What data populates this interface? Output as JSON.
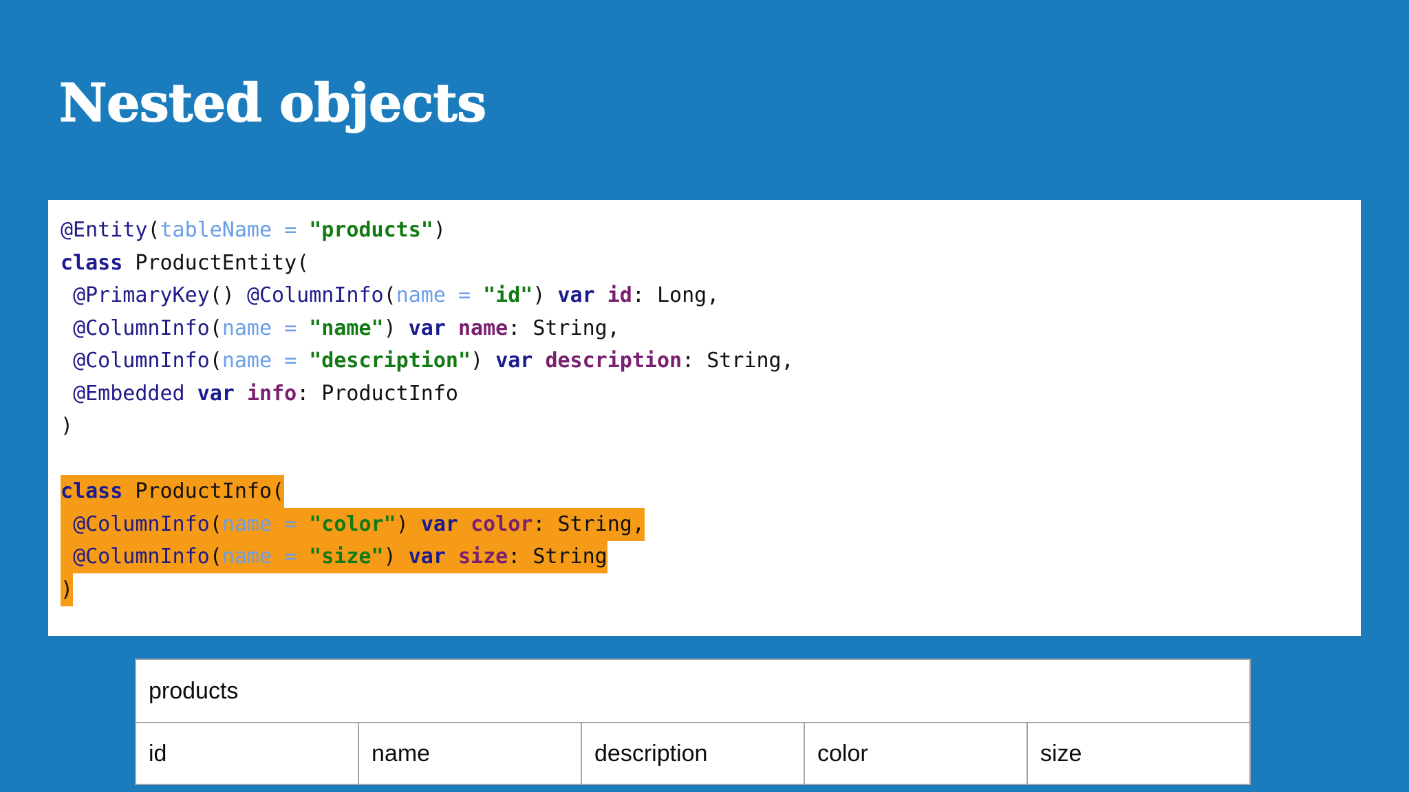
{
  "theme": {
    "background": "#1a7cbd",
    "card_background": "#ffffff",
    "highlight": "#f59b18",
    "table_border": "#a6a6a6",
    "title_color": "#ffffff"
  },
  "slide": {
    "title": "Nested objects"
  },
  "code_block": {
    "language": "kotlin",
    "lines": [
      {
        "id": "line-1",
        "highlighted": false,
        "text": "@Entity(tableName = \"products\")",
        "tokens": [
          {
            "t": "@Entity",
            "c": "t-anno"
          },
          {
            "t": "(",
            "c": "t-paren"
          },
          {
            "t": "tableName",
            "c": "t-param"
          },
          {
            "t": " ",
            "c": "t-plain"
          },
          {
            "t": "=",
            "c": "t-op"
          },
          {
            "t": " ",
            "c": "t-plain"
          },
          {
            "t": "\"products\"",
            "c": "t-str"
          },
          {
            "t": ")",
            "c": "t-paren"
          }
        ]
      },
      {
        "id": "line-2",
        "highlighted": false,
        "text": "class ProductEntity(",
        "tokens": [
          {
            "t": "class",
            "c": "t-kw"
          },
          {
            "t": " ",
            "c": "t-plain"
          },
          {
            "t": "ProductEntity(",
            "c": "t-type"
          }
        ]
      },
      {
        "id": "line-3",
        "highlighted": false,
        "text": " @PrimaryKey() @ColumnInfo(name = \"id\") var id: Long,",
        "tokens": [
          {
            "t": " ",
            "c": "t-plain"
          },
          {
            "t": "@PrimaryKey",
            "c": "t-anno"
          },
          {
            "t": "() ",
            "c": "t-paren"
          },
          {
            "t": "@ColumnInfo",
            "c": "t-anno"
          },
          {
            "t": "(",
            "c": "t-paren"
          },
          {
            "t": "name",
            "c": "t-param"
          },
          {
            "t": " ",
            "c": "t-plain"
          },
          {
            "t": "=",
            "c": "t-op"
          },
          {
            "t": " ",
            "c": "t-plain"
          },
          {
            "t": "\"id\"",
            "c": "t-str"
          },
          {
            "t": ")",
            "c": "t-paren"
          },
          {
            "t": " ",
            "c": "t-plain"
          },
          {
            "t": "var",
            "c": "t-kw"
          },
          {
            "t": " ",
            "c": "t-plain"
          },
          {
            "t": "id",
            "c": "t-prop"
          },
          {
            "t": ": Long,",
            "c": "t-type"
          }
        ]
      },
      {
        "id": "line-4",
        "highlighted": false,
        "text": " @ColumnInfo(name = \"name\") var name: String,",
        "tokens": [
          {
            "t": " ",
            "c": "t-plain"
          },
          {
            "t": "@ColumnInfo",
            "c": "t-anno"
          },
          {
            "t": "(",
            "c": "t-paren"
          },
          {
            "t": "name",
            "c": "t-param"
          },
          {
            "t": " ",
            "c": "t-plain"
          },
          {
            "t": "=",
            "c": "t-op"
          },
          {
            "t": " ",
            "c": "t-plain"
          },
          {
            "t": "\"name\"",
            "c": "t-str"
          },
          {
            "t": ")",
            "c": "t-paren"
          },
          {
            "t": " ",
            "c": "t-plain"
          },
          {
            "t": "var",
            "c": "t-kw"
          },
          {
            "t": " ",
            "c": "t-plain"
          },
          {
            "t": "name",
            "c": "t-prop"
          },
          {
            "t": ": String,",
            "c": "t-type"
          }
        ]
      },
      {
        "id": "line-5",
        "highlighted": false,
        "text": " @ColumnInfo(name = \"description\") var description: String,",
        "tokens": [
          {
            "t": " ",
            "c": "t-plain"
          },
          {
            "t": "@ColumnInfo",
            "c": "t-anno"
          },
          {
            "t": "(",
            "c": "t-paren"
          },
          {
            "t": "name",
            "c": "t-param"
          },
          {
            "t": " ",
            "c": "t-plain"
          },
          {
            "t": "=",
            "c": "t-op"
          },
          {
            "t": " ",
            "c": "t-plain"
          },
          {
            "t": "\"description\"",
            "c": "t-str"
          },
          {
            "t": ")",
            "c": "t-paren"
          },
          {
            "t": " ",
            "c": "t-plain"
          },
          {
            "t": "var",
            "c": "t-kw"
          },
          {
            "t": " ",
            "c": "t-plain"
          },
          {
            "t": "description",
            "c": "t-prop"
          },
          {
            "t": ": String,",
            "c": "t-type"
          }
        ]
      },
      {
        "id": "line-6",
        "highlighted": false,
        "text": " @Embedded var info: ProductInfo",
        "tokens": [
          {
            "t": " ",
            "c": "t-plain"
          },
          {
            "t": "@Embedded",
            "c": "t-anno"
          },
          {
            "t": " ",
            "c": "t-plain"
          },
          {
            "t": "var",
            "c": "t-kw"
          },
          {
            "t": " ",
            "c": "t-plain"
          },
          {
            "t": "info",
            "c": "t-prop"
          },
          {
            "t": ": ProductInfo",
            "c": "t-type"
          }
        ]
      },
      {
        "id": "line-7",
        "highlighted": false,
        "text": ")",
        "tokens": [
          {
            "t": ")",
            "c": "t-paren"
          }
        ]
      },
      {
        "id": "line-8",
        "highlighted": false,
        "text": "",
        "tokens": []
      },
      {
        "id": "line-9",
        "highlighted": true,
        "text": "class ProductInfo(",
        "tokens": [
          {
            "t": "class",
            "c": "t-kw"
          },
          {
            "t": " ",
            "c": "t-plain"
          },
          {
            "t": "ProductInfo(",
            "c": "t-type"
          }
        ]
      },
      {
        "id": "line-10",
        "highlighted": true,
        "text": " @ColumnInfo(name = \"color\") var color: String,",
        "tokens": [
          {
            "t": " ",
            "c": "t-plain"
          },
          {
            "t": "@ColumnInfo",
            "c": "t-anno"
          },
          {
            "t": "(",
            "c": "t-paren"
          },
          {
            "t": "name",
            "c": "t-param"
          },
          {
            "t": " ",
            "c": "t-plain"
          },
          {
            "t": "=",
            "c": "t-op"
          },
          {
            "t": " ",
            "c": "t-plain"
          },
          {
            "t": "\"color\"",
            "c": "t-str"
          },
          {
            "t": ")",
            "c": "t-paren"
          },
          {
            "t": " ",
            "c": "t-plain"
          },
          {
            "t": "var",
            "c": "t-kw"
          },
          {
            "t": " ",
            "c": "t-plain"
          },
          {
            "t": "color",
            "c": "t-prop"
          },
          {
            "t": ": String,",
            "c": "t-type"
          }
        ]
      },
      {
        "id": "line-11",
        "highlighted": true,
        "text": " @ColumnInfo(name = \"size\") var size: String",
        "tokens": [
          {
            "t": " ",
            "c": "t-plain"
          },
          {
            "t": "@ColumnInfo",
            "c": "t-anno"
          },
          {
            "t": "(",
            "c": "t-paren"
          },
          {
            "t": "name",
            "c": "t-param"
          },
          {
            "t": " ",
            "c": "t-plain"
          },
          {
            "t": "=",
            "c": "t-op"
          },
          {
            "t": " ",
            "c": "t-plain"
          },
          {
            "t": "\"size\"",
            "c": "t-str"
          },
          {
            "t": ")",
            "c": "t-paren"
          },
          {
            "t": " ",
            "c": "t-plain"
          },
          {
            "t": "var",
            "c": "t-kw"
          },
          {
            "t": " ",
            "c": "t-plain"
          },
          {
            "t": "size",
            "c": "t-prop"
          },
          {
            "t": ": String",
            "c": "t-type"
          }
        ]
      },
      {
        "id": "line-12",
        "highlighted": true,
        "text": ")",
        "tokens": [
          {
            "t": ")",
            "c": "t-paren"
          }
        ]
      }
    ]
  },
  "schema_table": {
    "table_name": "products",
    "columns": [
      "id",
      "name",
      "description",
      "color",
      "size"
    ]
  }
}
